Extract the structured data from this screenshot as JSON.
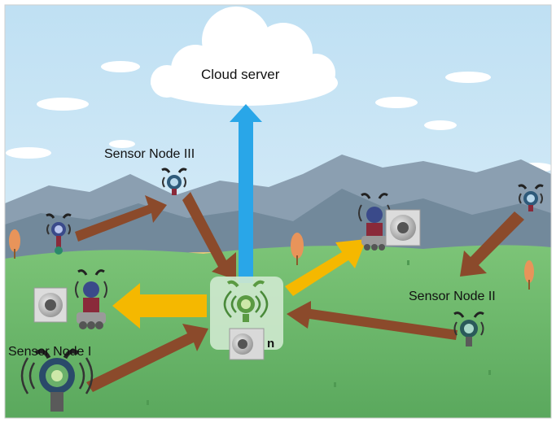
{
  "labels": {
    "cloud": "Cloud server",
    "node1": "Sensor Node I",
    "node2": "Sensor Node II",
    "node3": "Sensor Node III",
    "hub_suffix": "n"
  },
  "colors": {
    "sky": "#c9e6f5",
    "mountain_far": "#8a9fb0",
    "mountain_near": "#6f8597",
    "grass": "#6dbb6a",
    "data_arrow": "#8b4a2b",
    "control_arrow": "#f5b800",
    "uplink_arrow": "#29a6e8"
  },
  "icons": {
    "sensor": "sensor-node-icon",
    "robot": "mobile-robot-icon",
    "camera": "camera-icon",
    "hub": "gateway-node-icon"
  }
}
